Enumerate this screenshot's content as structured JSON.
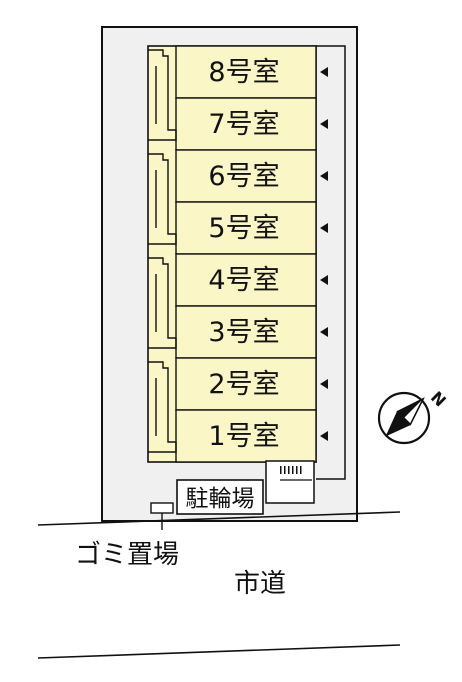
{
  "rooms": [
    {
      "label": "8号室"
    },
    {
      "label": "7号室"
    },
    {
      "label": "6号室"
    },
    {
      "label": "5号室"
    },
    {
      "label": "4号室"
    },
    {
      "label": "3号室"
    },
    {
      "label": "2号室"
    },
    {
      "label": "1号室"
    }
  ],
  "labels": {
    "bicycle_parking": "駐輪場",
    "garbage_area": "ゴミ置場",
    "road": "市道",
    "compass_north": "N"
  },
  "colors": {
    "site_fill": "#f0f0f0",
    "building_fill": "#fbf6c6",
    "line": "#111111"
  }
}
